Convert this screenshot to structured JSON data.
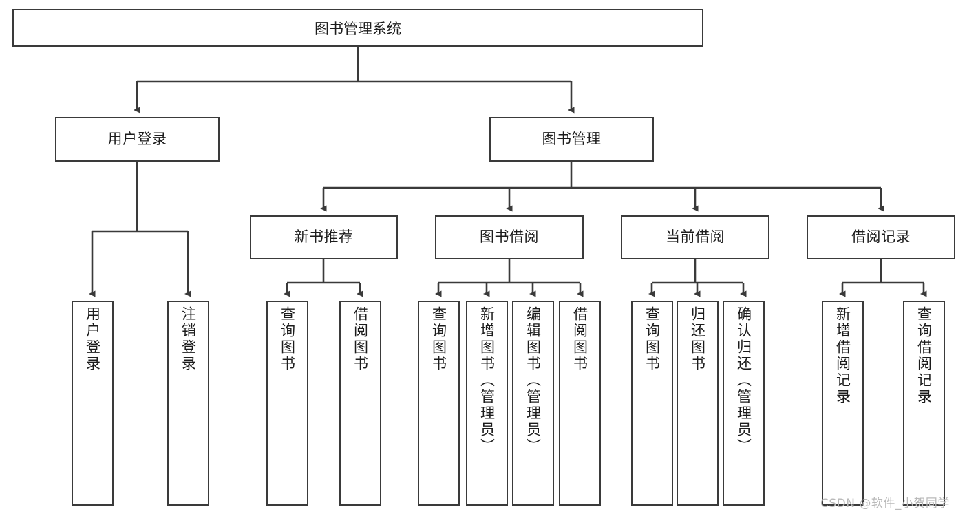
{
  "diagram": {
    "title": "图书管理系统",
    "type": "tree-hierarchy",
    "orientation": "top-down",
    "colors": {
      "box_border": "#3a3a3a",
      "box_fill": "#ffffff",
      "edge": "#3a3a3a",
      "text": "#1c1c1c",
      "watermark": "#b9b9b9",
      "background": "#ffffff"
    }
  },
  "root": {
    "label": "图书管理系统"
  },
  "level2": [
    {
      "label": "用户登录"
    },
    {
      "label": "图书管理"
    }
  ],
  "level3": [
    {
      "label": "新书推荐"
    },
    {
      "label": "图书借阅"
    },
    {
      "label": "当前借阅"
    },
    {
      "label": "借阅记录"
    }
  ],
  "leaves": {
    "user_login": [
      {
        "label": "用户登录"
      },
      {
        "label": "注销登录"
      }
    ],
    "new_book_recommend": [
      {
        "label": "查询图书"
      },
      {
        "label": "借阅图书"
      }
    ],
    "book_borrow": [
      {
        "label": "查询图书"
      },
      {
        "label": "新增图书（管理员）"
      },
      {
        "label": "编辑图书（管理员）"
      },
      {
        "label": "借阅图书"
      }
    ],
    "current_borrow": [
      {
        "label": "查询图书"
      },
      {
        "label": "归还图书"
      },
      {
        "label": "确认归还（管理员）"
      }
    ],
    "borrow_record": [
      {
        "label": "新增借阅记录"
      },
      {
        "label": "查询借阅记录"
      }
    ]
  },
  "watermark": {
    "text": "CSDN @软件_小贺同学"
  }
}
